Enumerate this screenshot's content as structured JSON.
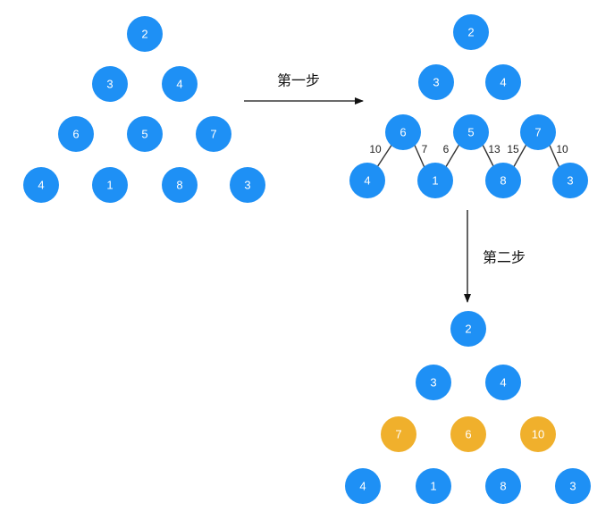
{
  "colors": {
    "node_blue": "#1e90f5",
    "node_orange": "#f0b02c",
    "edge": "#333333",
    "arrow": "#111111",
    "text_dark": "#222222"
  },
  "steps": {
    "step1_label": "第一步",
    "step2_label": "第二步"
  },
  "stage1": {
    "rows": [
      [
        "2"
      ],
      [
        "3",
        "4"
      ],
      [
        "6",
        "5",
        "7"
      ],
      [
        "4",
        "1",
        "8",
        "3"
      ]
    ]
  },
  "stage2": {
    "rows": [
      [
        "2"
      ],
      [
        "3",
        "4"
      ],
      [
        "6",
        "5",
        "7"
      ],
      [
        "4",
        "1",
        "8",
        "3"
      ]
    ],
    "edge_sums": [
      "10",
      "7",
      "6",
      "13",
      "15",
      "10"
    ]
  },
  "stage3": {
    "rows": [
      [
        "2"
      ],
      [
        "3",
        "4"
      ],
      [
        "7",
        "6",
        "10"
      ],
      [
        "4",
        "1",
        "8",
        "3"
      ]
    ],
    "highlighted_row": 2
  }
}
